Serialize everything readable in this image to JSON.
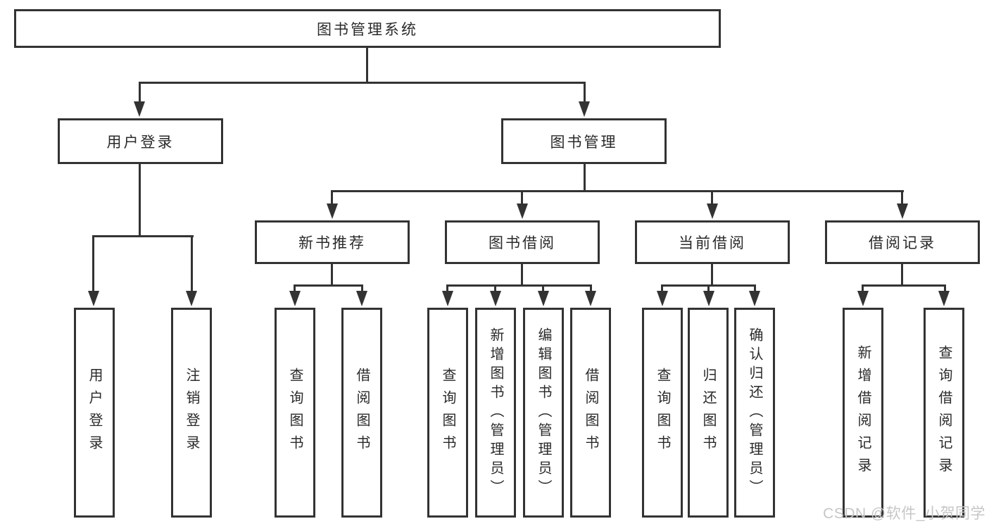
{
  "nodes": {
    "root": {
      "label": "图书管理系统"
    },
    "user_login": {
      "label": "用户登录"
    },
    "book_mgmt": {
      "label": "图书管理"
    },
    "new_book_rec": {
      "label": "新书推荐"
    },
    "book_borrow": {
      "label": "图书借阅"
    },
    "current_borrow": {
      "label": "当前借阅"
    },
    "borrow_record": {
      "label": "借阅记录"
    },
    "leaf_user_login": {
      "label": "用户登录"
    },
    "leaf_logout": {
      "label": "注销登录"
    },
    "leaf_rec_query": {
      "label": "查询图书"
    },
    "leaf_rec_borrow": {
      "label": "借阅图书"
    },
    "leaf_bb_query": {
      "label": "查询图书"
    },
    "leaf_bb_add": {
      "label": "新增图书（管理员）"
    },
    "leaf_bb_edit": {
      "label": "编辑图书（管理员）"
    },
    "leaf_bb_borrow": {
      "label": "借阅图书"
    },
    "leaf_cb_query": {
      "label": "查询图书"
    },
    "leaf_cb_return": {
      "label": "归还图书"
    },
    "leaf_cb_confirm": {
      "label": "确认归还（管理员）"
    },
    "leaf_br_add": {
      "label": "新增借阅记录"
    },
    "leaf_br_query": {
      "label": "查询借阅记录"
    }
  },
  "watermark": "CSDN @软件_小贺同学",
  "colors": {
    "line": "#333333",
    "text": "#2a2a2a",
    "background": "#ffffff",
    "watermark": "#c6c6c6"
  }
}
